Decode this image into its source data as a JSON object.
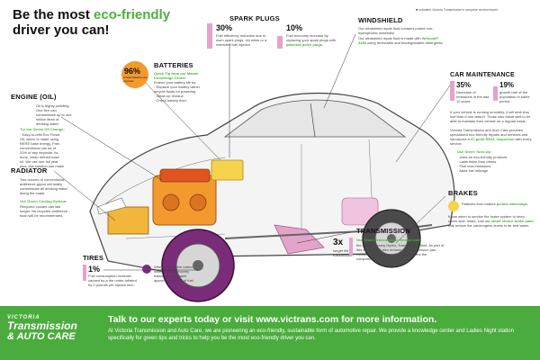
{
  "header": {
    "title_pre": "Be the most ",
    "title_eco": "eco-friendly",
    "title_post": "driver you can!",
    "legend": "■ Indicates Victoria Transmission’s complete service/repair"
  },
  "batteries": {
    "heading": "BATTERIES",
    "stat": "96%",
    "stat_text": "of lead batteries are recycled.",
    "tip_title": "Quick Tip from our Master Knowledge Center:",
    "tips": [
      "Extend your battery life by:",
      "· Replace your battery within",
      "  recycle fluids for powering.",
      "· Clean up residue.",
      "· Check battery fluid."
    ]
  },
  "spark_plugs": {
    "heading": "SPARK PLUGS",
    "stat1": "30%",
    "stat1_text": "Fuel efficiency reduction due to worn spark plugs, old wires or a restricted fuel injector.",
    "stat2": "10%",
    "stat2_text": "Fuel economy increase by replacing your spark plugs with",
    "stat2_link": "patented pulse plugs."
  },
  "windshield": {
    "heading": "WINDSHIELD",
    "text1": "Our windshield repair fluid contains potent non-hydrophobic materials!",
    "text2_pre": "Our windshield repair fluid is made with",
    "text2_link": "Wetcoat® 3289",
    "text2_post": "using renewable and biodegradable detergents."
  },
  "engine": {
    "heading": "ENGINE (OIL)",
    "text": "Oil is highly polluting. One litre can contaminate up to one million litres of drinking water.",
    "tip_title": "Try our Green Oil Change:",
    "tips": [
      "· Easy-to-refill Eco Flows",
      "  Oil, which is made using",
      "  RERE base energy. Free",
      "  conventional can be of",
      "  20% of any deposits. Its",
      "  done, clean refined base",
      "  oil. We use one full year.",
      "  plus, this solution can make"
    ]
  },
  "maintenance": {
    "heading": "CAR MAINTENANCE",
    "stat1": "35%",
    "stat1_text": "Decrease of emissions in the last 10 years.",
    "stat2": "19%",
    "stat2_text": "growth rate of the population in same period.",
    "body1": "If your vehicle is running smoothly, it will emit less fuel than if one wasn’t. Those who travel well to be able to maintain their vehicle on a regular basis.",
    "body2_pre": "Victoria Transmission and Auto Care provides specialized eco-friendly repairs and services and introduces a",
    "body2_link": "47-point REAL inspection",
    "body2_post": "with every service.",
    "tip_title": "Our Green Tune-Up:",
    "tips": [
      "· Uses an eco-friendly products",
      "· Lasts twice than others",
      "· Feel less emissions",
      "· Adds fuel mileage"
    ]
  },
  "radiator": {
    "heading": "RADIATOR",
    "text": "Two ounces of conventional antifreeze glycol will totally contaminate all drinking water along the coast.",
    "tip_title": "Our Green Cooling System:",
    "tip_text": "Recycled coolant can last longer. No recycled antifreeze flush will be recommended."
  },
  "brakes": {
    "heading": "BRAKES",
    "text1_pre": "Particles from brakes",
    "text1_link": "pollute waterways.",
    "text2_pre": "Know when to service the brake system to keep rotors side, intact. Use our",
    "text2_link": "smart choice brake pads",
    "text2_post": "that reduce the carcinogens levels in air and water."
  },
  "tires": {
    "heading": "TIRES",
    "stat": "1%",
    "stat_text": "Fuel consumption increase caused by a tire under-inflated by 2 pounds per square inch.",
    "text2": "When tires hit the nation without being properly balanced, you waste approximately 2% of fuel."
  },
  "transmission": {
    "heading": "TRANSMISSION",
    "stat": "3x",
    "stat_text": "longer life transmission",
    "tip_title": "Our Green Transmission Service uses",
    "tip_text": "the Gavin Nursery Hydro, Transmission fluid. As part of this service, we also remove the transmission pan, replace the gasket and filter, and inspect the component."
  },
  "footer": {
    "logo_line1": "VICTORIA",
    "logo_line2": "Transmission",
    "logo_line3": "& AUTO CARE",
    "title": "Talk to our experts today or visit www.victrans.com for more information.",
    "body": "At Victoria Transmission and Auto Care, we are pioneering an eco-friendly, sustainable form of automotive repair. We provide a knowledge center and Ladies Night station specifically for green tips and tricks to help you be the most eco-friendly driver you can."
  },
  "colors": {
    "green": "#4db03d",
    "pink": "#e4a3cb",
    "orange": "#f29a2e",
    "purple": "#7a2c79",
    "footer_green": "#4aac3c"
  }
}
